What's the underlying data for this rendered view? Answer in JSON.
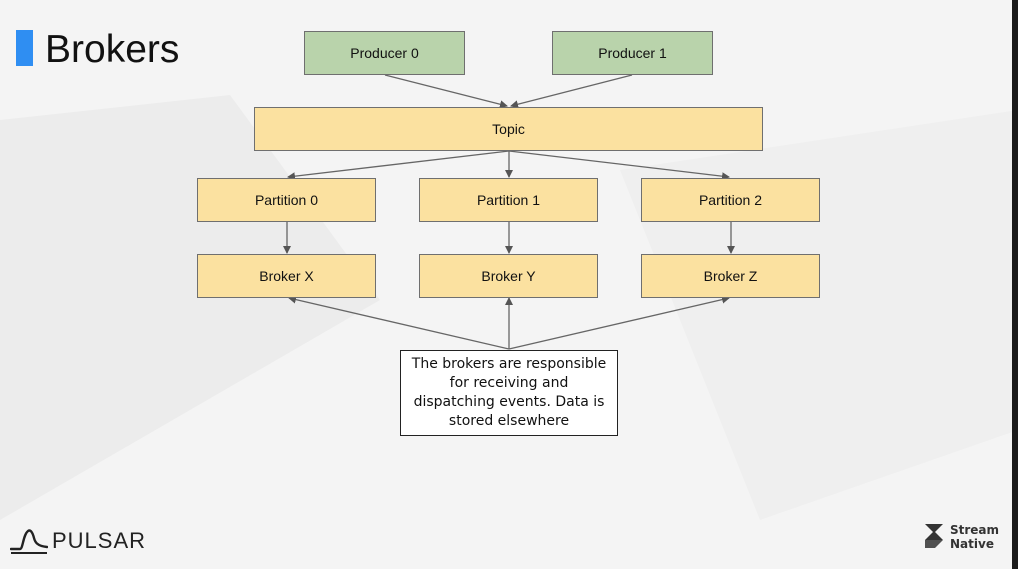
{
  "slide": {
    "title": "Brokers"
  },
  "diagram": {
    "producers": [
      {
        "label": "Producer 0"
      },
      {
        "label": "Producer 1"
      }
    ],
    "topic": {
      "label": "Topic"
    },
    "partitions": [
      {
        "label": "Partition 0"
      },
      {
        "label": "Partition 1"
      },
      {
        "label": "Partition 2"
      }
    ],
    "brokers": [
      {
        "label": "Broker X"
      },
      {
        "label": "Broker Y"
      },
      {
        "label": "Broker Z"
      }
    ],
    "note": {
      "lines": [
        "The brokers are responsible",
        "for receiving and",
        "dispatching events. Data is",
        "stored elsewhere"
      ]
    }
  },
  "logos": {
    "pulsar": "PULSAR",
    "streamnative_line1": "Stream",
    "streamnative_line2": "Native"
  },
  "colors": {
    "accent": "#2f8ef2",
    "producer_fill": "#b9d3ab",
    "node_fill": "#fbe1a0"
  }
}
